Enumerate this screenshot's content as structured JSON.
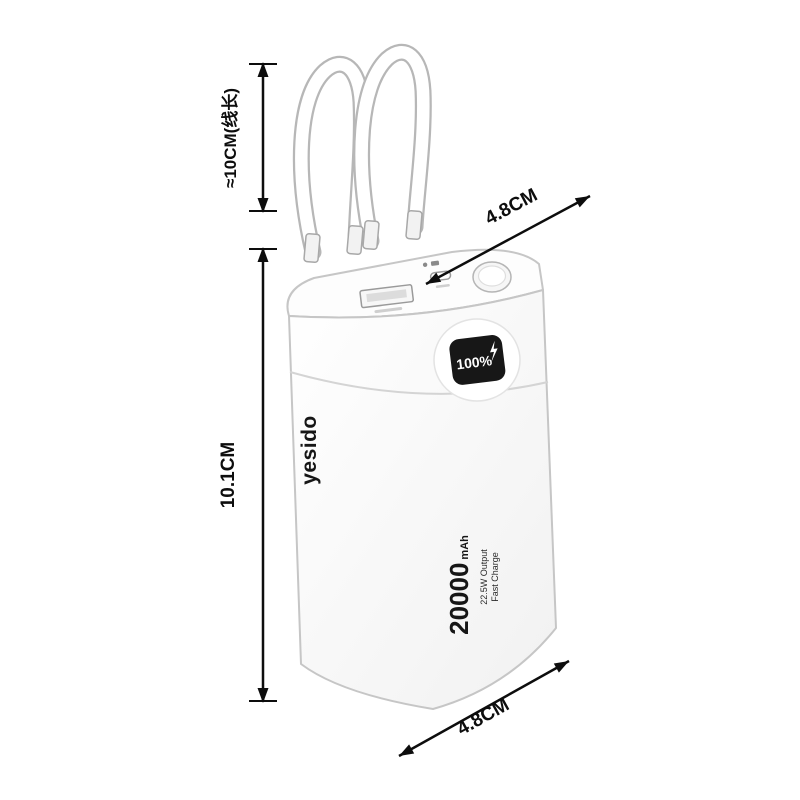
{
  "page": {
    "background": "#ffffff"
  },
  "dimensions": {
    "cable_length_label": "≈10CM(线长)",
    "height_label": "10.1CM",
    "top_width_label": "4.8CM",
    "bottom_width_label": "4.8CM"
  },
  "device": {
    "brand": "yesido",
    "display_percent": "100%",
    "capacity_value": "20000",
    "capacity_unit": "mAh",
    "spec_line1": "22.5W Output",
    "spec_line2": "Fast Charge"
  },
  "colors": {
    "dimension": "#0d0d0d",
    "outline": "#c6c6c6",
    "screen_bg": "#171717",
    "screen_text": "#ffffff"
  }
}
